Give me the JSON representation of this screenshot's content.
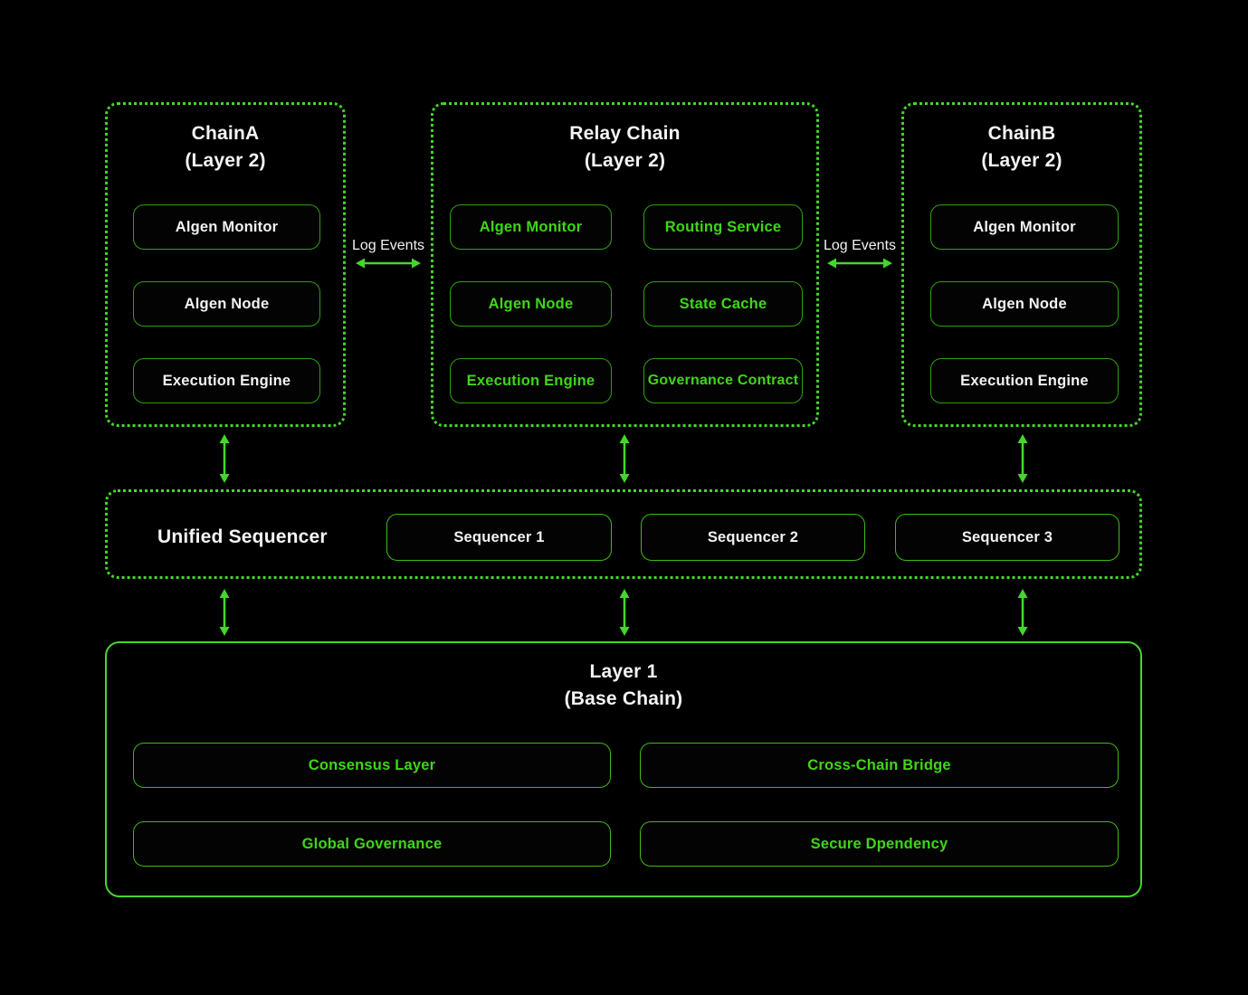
{
  "colors": {
    "background": "#000000",
    "accent_green": "#45d62c",
    "green_text": "#3fd617",
    "node_border_green": "#2fa011",
    "white_text": "#f2f2f2"
  },
  "panels": {
    "chain_a": {
      "title": "ChainA",
      "subtitle": "(Layer 2)",
      "components": [
        "Algen Monitor",
        "Algen Node",
        "Execution Engine"
      ]
    },
    "relay": {
      "title": "Relay Chain",
      "subtitle": "(Layer 2)",
      "components_left": [
        "Algen Monitor",
        "Algen Node",
        "Execution Engine"
      ],
      "components_right": [
        "Routing Service",
        "State Cache",
        "Governance Contract"
      ]
    },
    "chain_b": {
      "title": "ChainB",
      "subtitle": "(Layer 2)",
      "components": [
        "Algen Monitor",
        "Algen Node",
        "Execution Engine"
      ]
    },
    "sequencer": {
      "title": "Unified Sequencer",
      "components": [
        "Sequencer 1",
        "Sequencer 2",
        "Sequencer 3"
      ]
    },
    "layer1": {
      "title": "Layer 1",
      "subtitle": "(Base Chain)",
      "components": [
        "Consensus Layer",
        "Cross-Chain Bridge",
        "Global Governance",
        "Secure Dpendency"
      ]
    }
  },
  "labels": {
    "log_events_left": "Log Events",
    "log_events_right": "Log Events"
  }
}
